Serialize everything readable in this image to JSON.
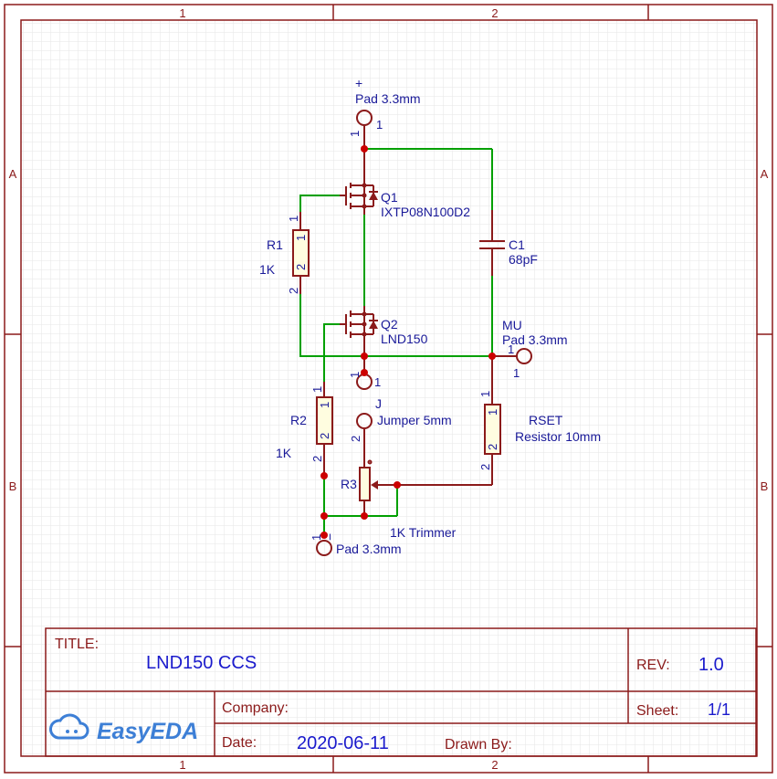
{
  "zones": {
    "top": [
      "1",
      "2"
    ],
    "bottom": [
      "1",
      "2"
    ],
    "left": [
      "A",
      "B"
    ],
    "right": [
      "A",
      "B"
    ]
  },
  "pads": {
    "plus": {
      "name": "+",
      "value": "Pad 3.3mm",
      "pin": "1"
    },
    "mu": {
      "name": "MU",
      "value": "Pad 3.3mm",
      "pin": "1"
    },
    "minus": {
      "name": "−",
      "value": "Pad 3.3mm",
      "pin": "1"
    },
    "j": {
      "name": "J",
      "value": "Jumper 5mm",
      "pin1": "1",
      "pin2": "2"
    }
  },
  "parts": {
    "q1": {
      "name": "Q1",
      "value": "IXTP08N100D2"
    },
    "q2": {
      "name": "Q2",
      "value": "LND150"
    },
    "c1": {
      "name": "C1",
      "value": "68pF"
    },
    "r1": {
      "name": "R1",
      "value": "1K",
      "pin1": "1",
      "pin2": "2"
    },
    "r2": {
      "name": "R2",
      "value": "1K",
      "pin1": "1",
      "pin2": "2"
    },
    "r3": {
      "name": "R3",
      "value": "1K Trimmer"
    },
    "rset": {
      "name": "RSET",
      "value": "Resistor 10mm",
      "pin1": "1",
      "pin2": "2"
    }
  },
  "title_block": {
    "title_label": "TITLE:",
    "title": "LND150 CCS",
    "rev_label": "REV:",
    "rev": "1.0",
    "company_label": "Company:",
    "company": "",
    "sheet_label": "Sheet:",
    "sheet": "1/1",
    "date_label": "Date:",
    "date": "2020-06-11",
    "drawn_label": "Drawn By:",
    "drawn": "",
    "logo": "EasyEDA"
  },
  "colors": {
    "wire": "#00a000",
    "part": "#8b1a1a",
    "junction": "#cc0000",
    "text": "#1a1a99",
    "grid": "#e6e6e6"
  }
}
